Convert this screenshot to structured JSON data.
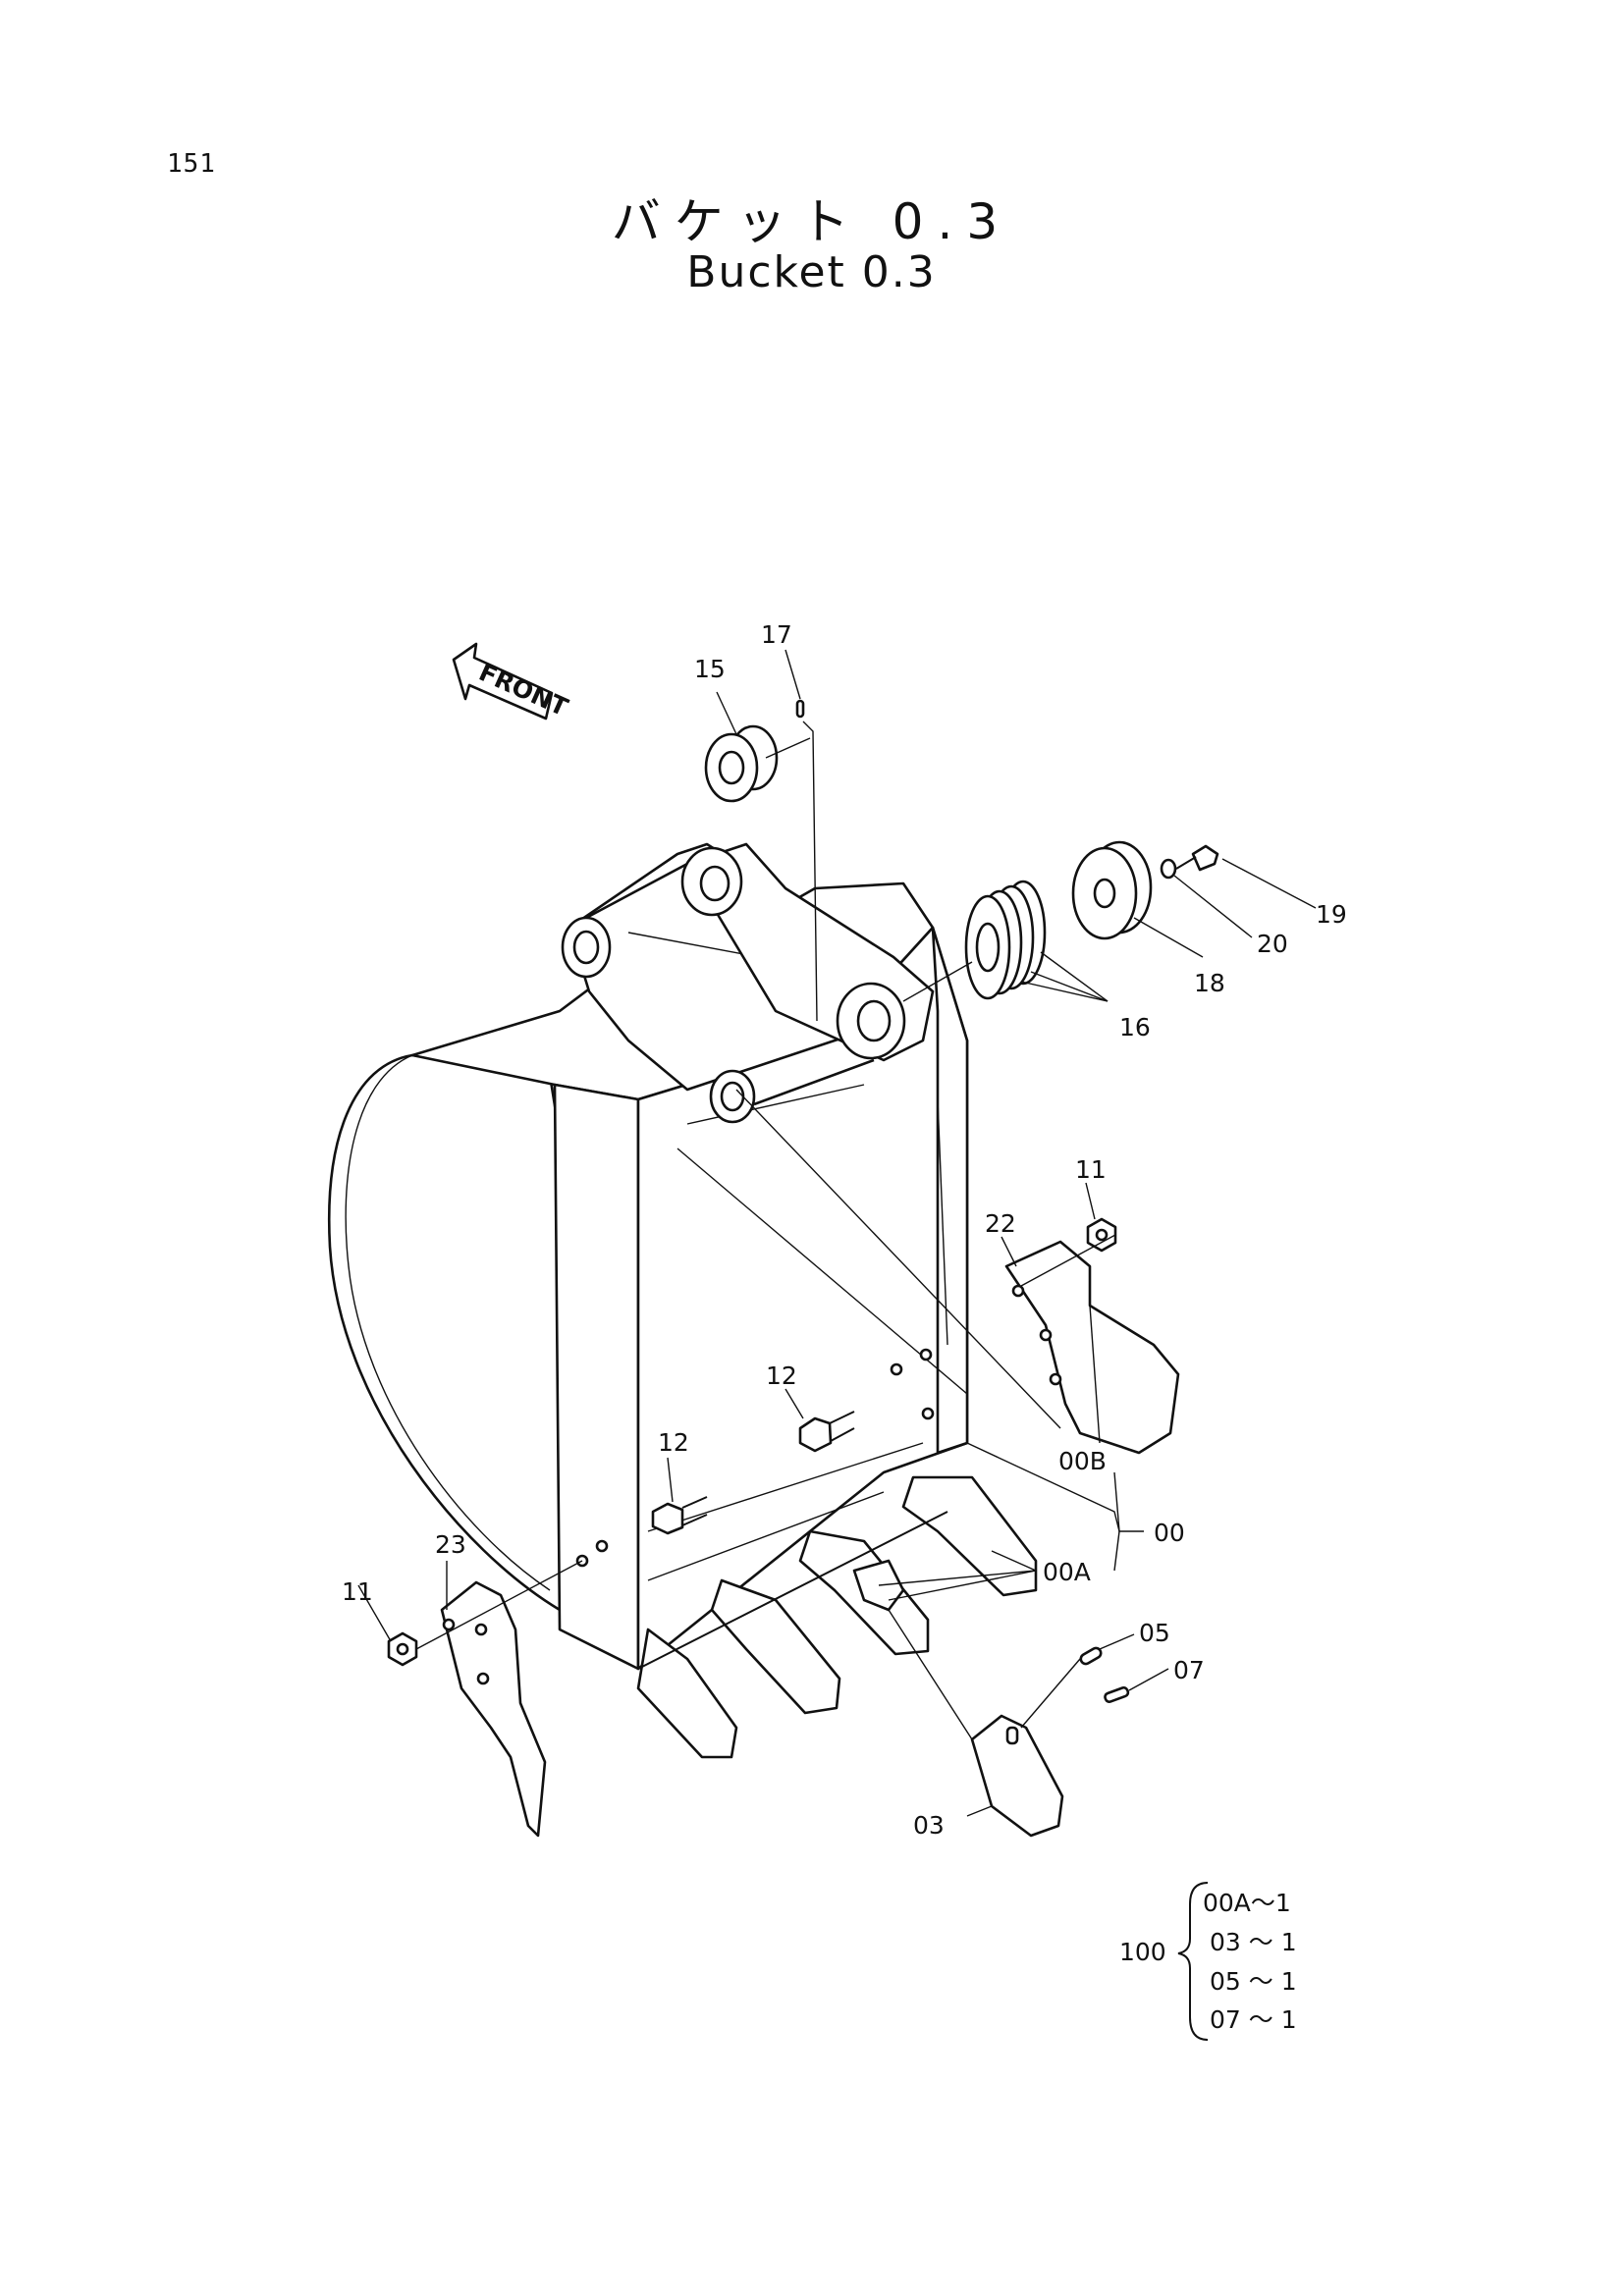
{
  "page_number": "151",
  "title_jp": "バケット 0.3",
  "title_en": "Bucket 0.3",
  "direction_label": "FRONT",
  "callouts": {
    "c17": "17",
    "c15": "15",
    "c19": "19",
    "c20": "20",
    "c18": "18",
    "c16": "16",
    "c11a": "11",
    "c22": "22",
    "c12a": "12",
    "c12b": "12",
    "c00B": "00B",
    "c00": "00",
    "c00A": "00A",
    "c23": "23",
    "c11b": "11",
    "c05": "05",
    "c07": "07",
    "c03": "03"
  },
  "kit": {
    "number": "100",
    "lines": [
      "00A～1",
      "03 ～ 1",
      "05 ～ 1",
      "07 ～ 1"
    ]
  }
}
